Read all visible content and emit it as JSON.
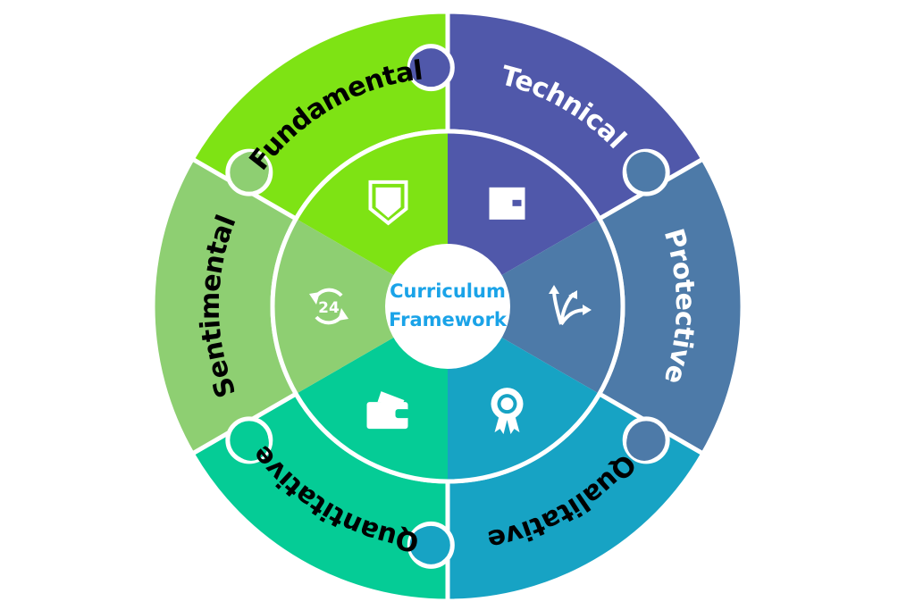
{
  "center": {
    "line1": "Curriculum",
    "line2": "Framework",
    "color": "#1aa3e8"
  },
  "segments": [
    {
      "label": "Fundamental",
      "color": "#7ee314",
      "text_color": "#000000",
      "icon": "shield-icon"
    },
    {
      "label": "Technical",
      "color": "#5058aa",
      "text_color": "#ffffff",
      "icon": "wallet-icon"
    },
    {
      "label": "Protective",
      "color": "#4d7aa8",
      "text_color": "#ffffff",
      "icon": "branching-arrows-icon"
    },
    {
      "label": "Qualitative",
      "color": "#17a3c4",
      "text_color": "#000000",
      "icon": "award-badge-icon"
    },
    {
      "label": "Quantitative",
      "color": "#05cc96",
      "text_color": "#000000",
      "icon": "wallet-cards-icon"
    },
    {
      "label": "Sentimental",
      "color": "#8ecf72",
      "text_color": "#000000",
      "icon": "24-hours-cycle-icon",
      "icon_text": "24"
    }
  ]
}
